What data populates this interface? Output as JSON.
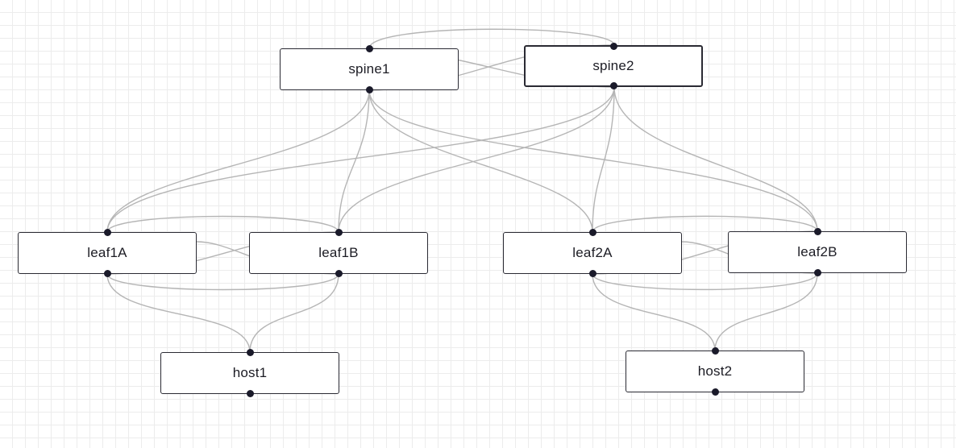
{
  "nodes": {
    "spine1": {
      "label": "spine1"
    },
    "spine2": {
      "label": "spine2"
    },
    "leaf1A": {
      "label": "leaf1A"
    },
    "leaf1B": {
      "label": "leaf1B"
    },
    "leaf2A": {
      "label": "leaf2A"
    },
    "leaf2B": {
      "label": "leaf2B"
    },
    "host1": {
      "label": "host1"
    },
    "host2": {
      "label": "host2"
    }
  },
  "selected_node": "spine2",
  "edges": [
    {
      "from": "spine1",
      "to": "spine2"
    },
    {
      "from": "spine1",
      "to": "spine2"
    },
    {
      "from": "spine1",
      "to": "leaf1A"
    },
    {
      "from": "spine1",
      "to": "leaf1B"
    },
    {
      "from": "spine1",
      "to": "leaf2A"
    },
    {
      "from": "spine1",
      "to": "leaf2B"
    },
    {
      "from": "spine2",
      "to": "leaf1A"
    },
    {
      "from": "spine2",
      "to": "leaf1B"
    },
    {
      "from": "spine2",
      "to": "leaf2A"
    },
    {
      "from": "spine2",
      "to": "leaf2B"
    },
    {
      "from": "leaf1A",
      "to": "leaf1B"
    },
    {
      "from": "leaf1A",
      "to": "leaf1B"
    },
    {
      "from": "leaf1A",
      "to": "leaf1B"
    },
    {
      "from": "leaf2A",
      "to": "leaf2B"
    },
    {
      "from": "leaf2A",
      "to": "leaf2B"
    },
    {
      "from": "leaf2A",
      "to": "leaf2B"
    },
    {
      "from": "leaf1A",
      "to": "host1"
    },
    {
      "from": "leaf1B",
      "to": "host1"
    },
    {
      "from": "leaf2A",
      "to": "host2"
    },
    {
      "from": "leaf2B",
      "to": "host2"
    }
  ],
  "colors": {
    "edge": "#b5b5b5",
    "handle": "#1a1a2a",
    "node_border": "#2a2a33",
    "grid": "#ececec"
  }
}
